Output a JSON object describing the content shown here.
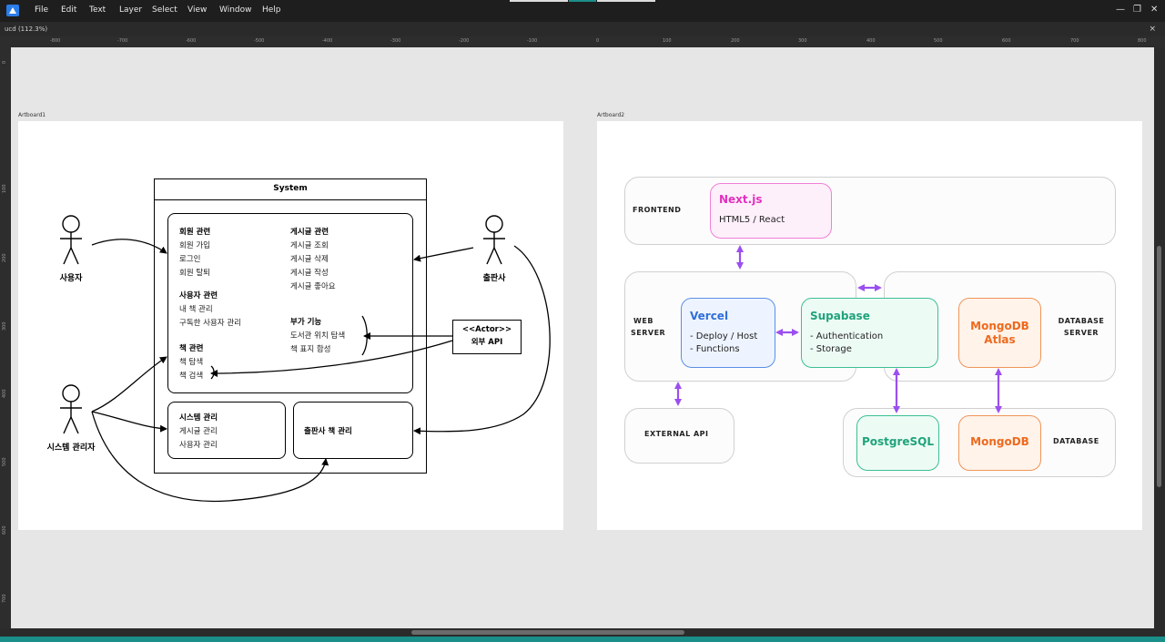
{
  "menubar": {
    "items": [
      "File",
      "Edit",
      "Text",
      "Layer",
      "Select",
      "View",
      "Window",
      "Help"
    ]
  },
  "tabbar": {
    "doc_title": "ucd (112.3%)",
    "close_glyph": "×"
  },
  "window_controls": {
    "minimize": "—",
    "restore": "❐",
    "close": "✕"
  },
  "ruler": {
    "h_ticks": [
      "-800",
      "-700",
      "-600",
      "-500",
      "-400",
      "-300",
      "-200",
      "-100",
      "0",
      "100",
      "200",
      "300",
      "400",
      "500",
      "600",
      "700",
      "800"
    ],
    "v_ticks": [
      "0",
      "100",
      "200",
      "300",
      "400",
      "500",
      "600",
      "700"
    ]
  },
  "artboard1": {
    "label": "Artboard1",
    "system": {
      "title": "System",
      "member": {
        "title": "회원 관련",
        "items": [
          "회원 가입",
          "로그인",
          "회원 탈퇴"
        ]
      },
      "user": {
        "title": "사용자 관련",
        "items": [
          "내 책 관리",
          "구독한 사용자 관리"
        ]
      },
      "book": {
        "title": "책 관련",
        "items": [
          "책 탐색",
          "책 검색"
        ]
      },
      "post": {
        "title": "게시글 관련",
        "items": [
          "게시글 조회",
          "게시글 삭제",
          "게시글 작성",
          "게시글 좋아요"
        ]
      },
      "extra": {
        "title": "부가 기능",
        "items": [
          "도서관 위치 탐색",
          "책 표지 합성"
        ]
      },
      "sysadmin": {
        "title": "시스템 관리",
        "items": [
          "게시글 관리",
          "사용자 관리"
        ]
      },
      "publisher_books": {
        "title": "출판사 책 관리"
      }
    },
    "actors": {
      "user": "사용자",
      "admin": "시스템 관리자",
      "publisher": "출판사"
    },
    "external": {
      "line1": "<<Actor>>",
      "line2": "외부 API"
    }
  },
  "artboard2": {
    "label": "Artboard2",
    "layers": {
      "frontend": "FRONTEND",
      "web_server": [
        "WEB",
        "SERVER"
      ],
      "database_server": [
        "DATABASE",
        "SERVER"
      ],
      "external_api": "EXTERNAL API",
      "database": "DATABASE"
    },
    "tech": {
      "nextjs": {
        "title": "Next.js",
        "lines": [
          "HTML5 / React"
        ]
      },
      "vercel": {
        "title": "Vercel",
        "lines": [
          "- Deploy / Host",
          "- Functions"
        ]
      },
      "supabase": {
        "title": "Supabase",
        "lines": [
          "- Authentication",
          "- Storage"
        ]
      },
      "mongodb_atlas": {
        "title_lines": [
          "MongoDB",
          "Atlas"
        ]
      },
      "postgresql": {
        "title": "PostgreSQL"
      },
      "mongodb": {
        "title": "MongoDB"
      }
    },
    "colors": {
      "nextjs": "#e22fbf",
      "vercel": "#2f6fd8",
      "supabase": "#1fa37a",
      "mongodb": "#ee6a1e",
      "arrow": "#9b4ff0"
    }
  }
}
